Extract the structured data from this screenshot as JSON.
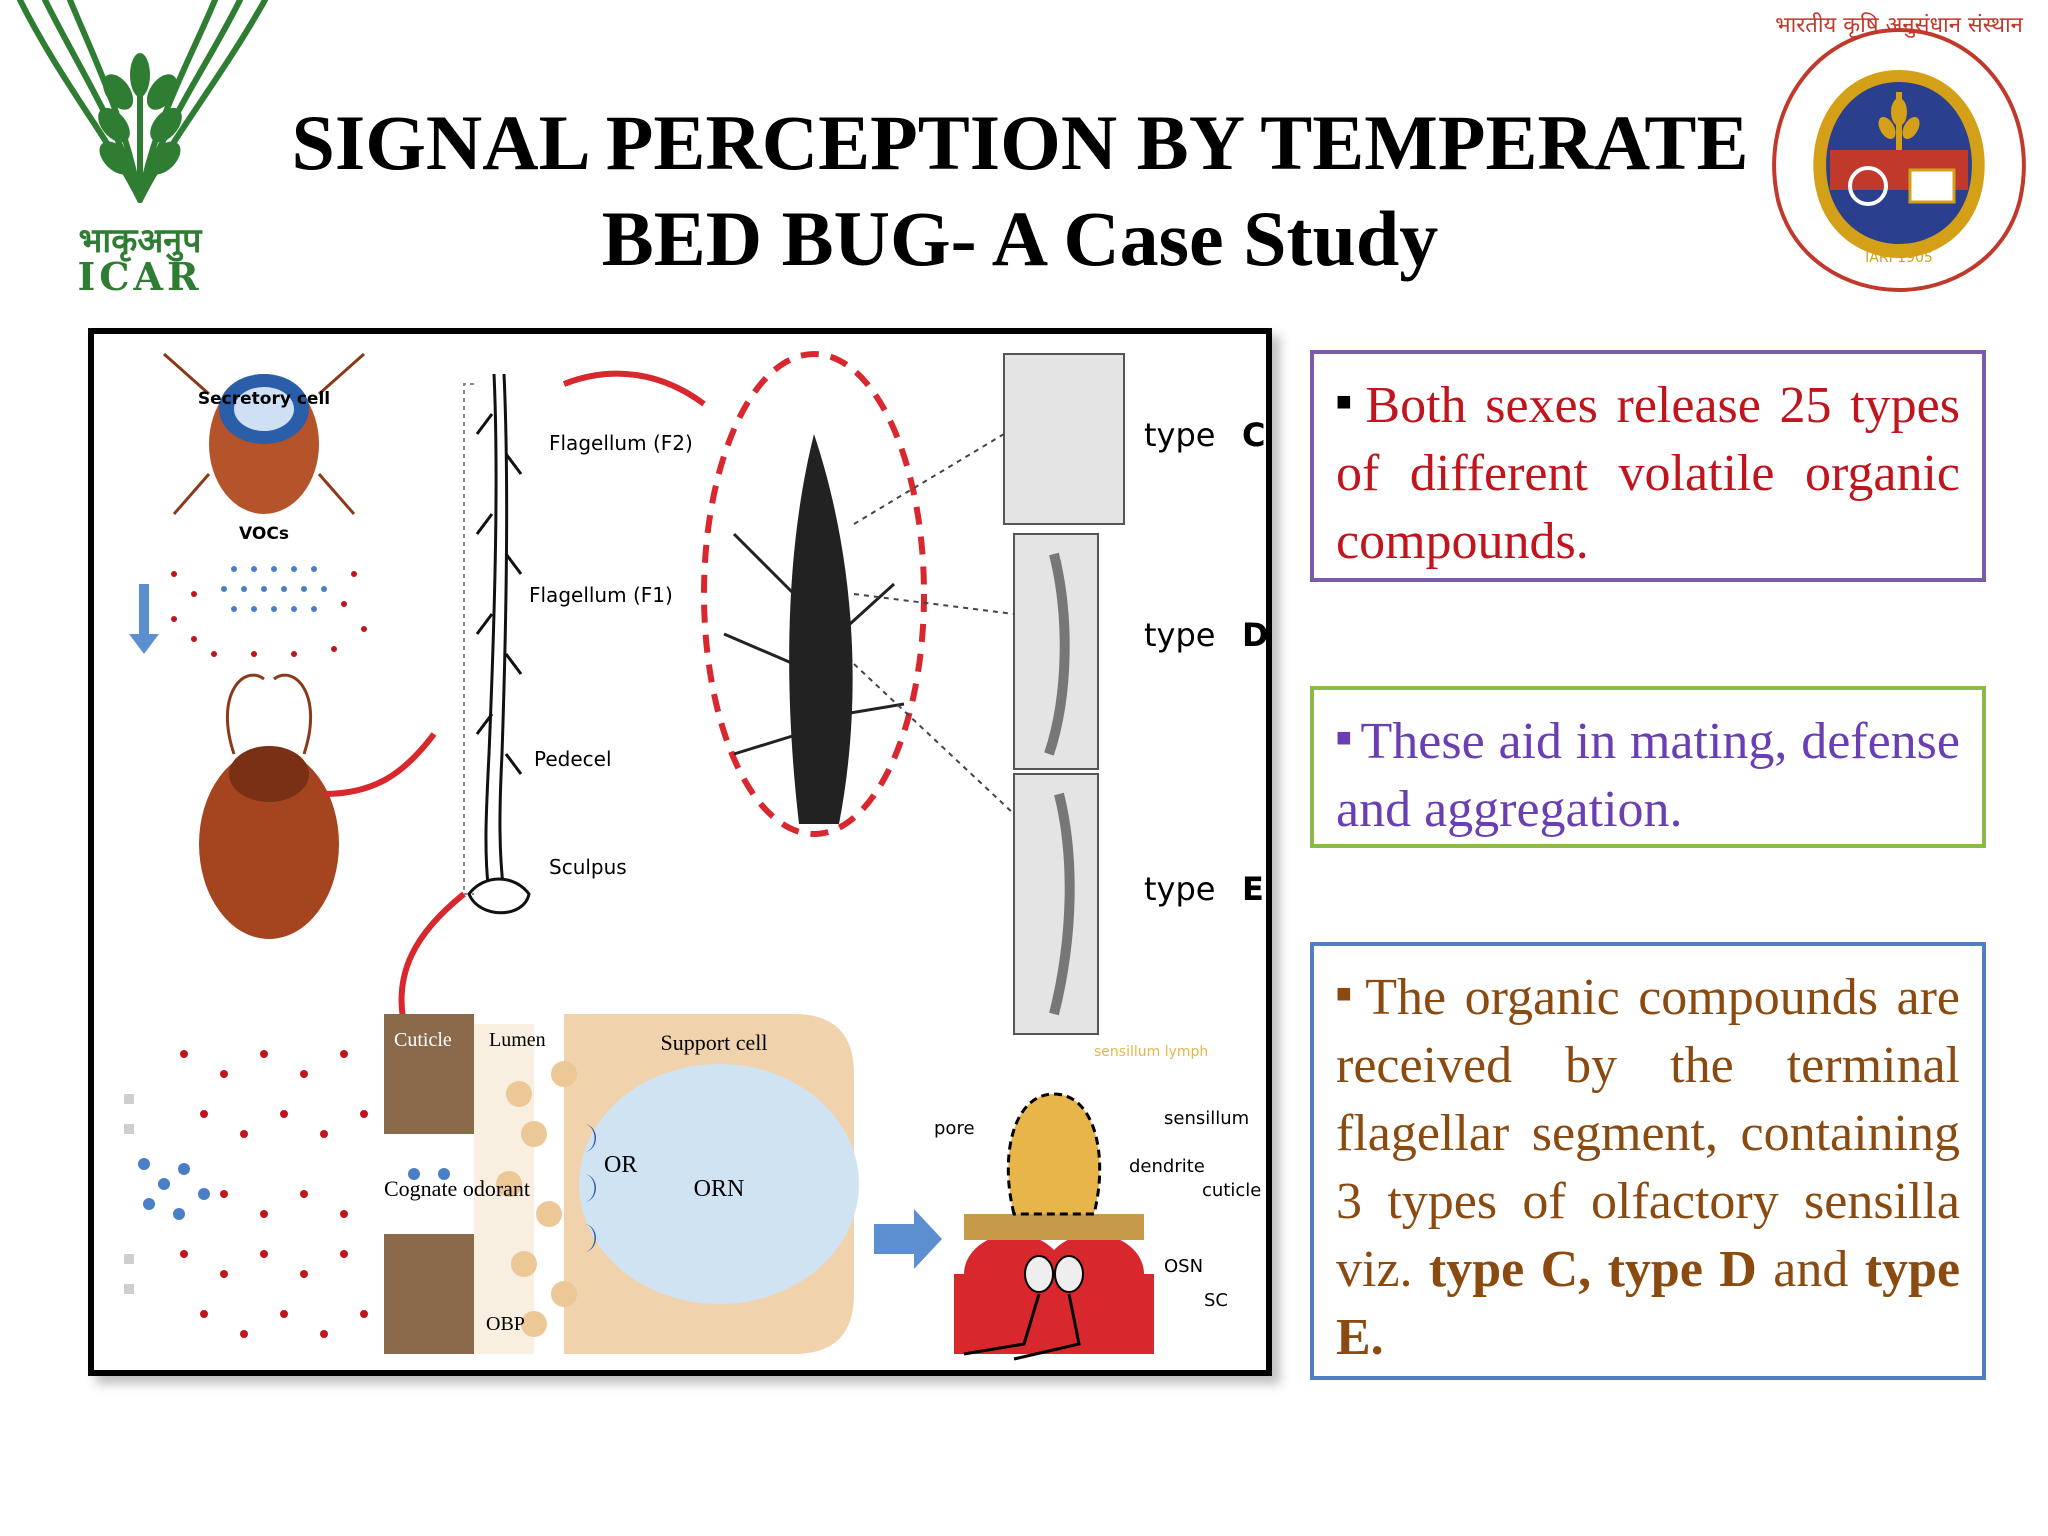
{
  "slide": {
    "title_line1": "SIGNAL PERCEPTION BY TEMPERATE",
    "title_line2": "BED BUG- A Case Study"
  },
  "logos": {
    "left": {
      "name": "ICAR logo",
      "text_hindi": "भाकृअनुप",
      "text": "ICAR",
      "color": "#2e7d32"
    },
    "right": {
      "name": "IARI logo",
      "ring_text": "भारतीय कृषि अनुसंधान संस्थान",
      "year_text": "IARI 1905",
      "colors": {
        "shield": "#2b3f8f",
        "ring": "#c0392b",
        "gold": "#d4a017"
      }
    }
  },
  "figure": {
    "labels": {
      "secretory_cell": "Secretory cell",
      "vocs": "VOCs",
      "flagellum_f2": "Flagellum (F2)",
      "flagellum_f1": "Flagellum (F1)",
      "pedecel": "Pedecel",
      "sculpus": "Sculpus",
      "type_c": "type",
      "type_c_letter": "C",
      "type_d": "type",
      "type_d_letter": "D",
      "type_e": "type",
      "type_e_letter": "E",
      "cuticle": "Cuticle",
      "lumen": "Lumen",
      "support_cell": "Support cell",
      "cognate_odorant": "Cognate odorant",
      "or": "OR",
      "orn": "ORN",
      "obp": "OBP",
      "sensillum_lymph": "sensillum lymph",
      "sensillum": "sensillum",
      "pore": "pore",
      "dendrite": "dendrite",
      "cuticle_small": "cuticle",
      "osn": "OSN",
      "sc": "SC"
    }
  },
  "boxes": {
    "box1": {
      "text": "Both sexes release 25 types of different volatile organic compounds.",
      "border_color": "#7a5ba7",
      "text_color": "#c0151c"
    },
    "box2": {
      "text": "These aid in mating, defense and aggregation.",
      "border_color": "#8cb94a",
      "text_color": "#6a3fb3"
    },
    "box3": {
      "text_plain": "The organic compounds are received by the terminal flagellar segment, containing 3 types of olfactory sensilla viz.",
      "bold1": "type C,",
      "bold2": "type D",
      "and": "and",
      "bold3": "type E.",
      "border_color": "#4f7fc0",
      "text_color": "#8b4a10"
    }
  }
}
